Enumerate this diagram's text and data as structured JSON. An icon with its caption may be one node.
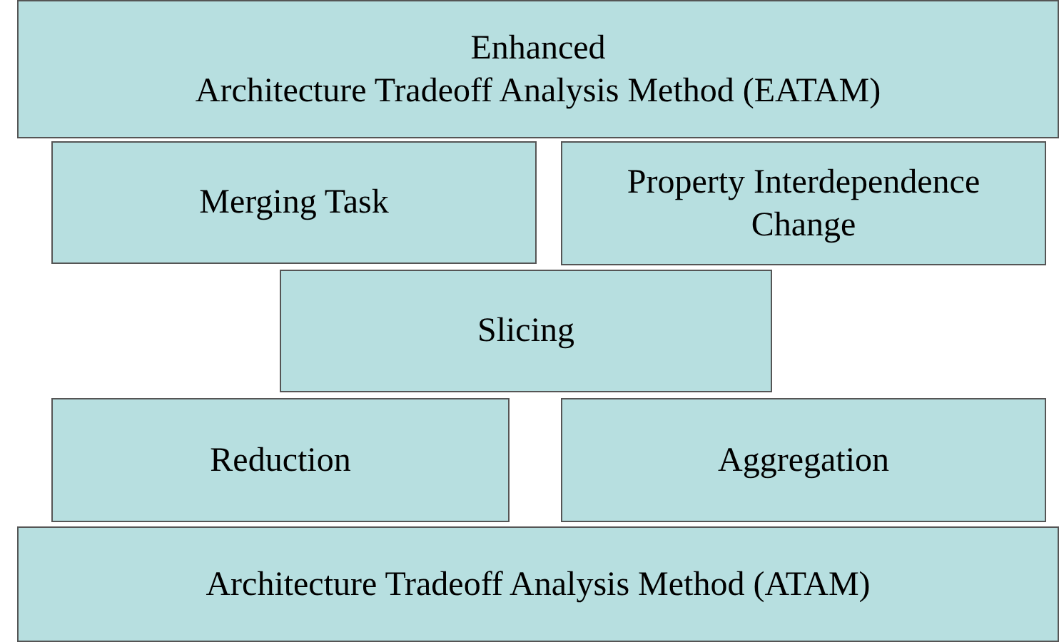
{
  "diagram": {
    "nodes": [
      {
        "text": [
          "Enhanced",
          "Architecture Tradeoff Analysis Method (EATAM)"
        ]
      },
      {
        "text": [
          "Merging Task"
        ]
      },
      {
        "text": [
          "Property Interdependence Change"
        ]
      },
      {
        "text": [
          "Slicing"
        ]
      },
      {
        "text": [
          "Reduction"
        ]
      },
      {
        "text": [
          "Aggregation"
        ]
      },
      {
        "text": [
          "Architecture Tradeoff Analysis Method (ATAM)"
        ]
      }
    ]
  }
}
